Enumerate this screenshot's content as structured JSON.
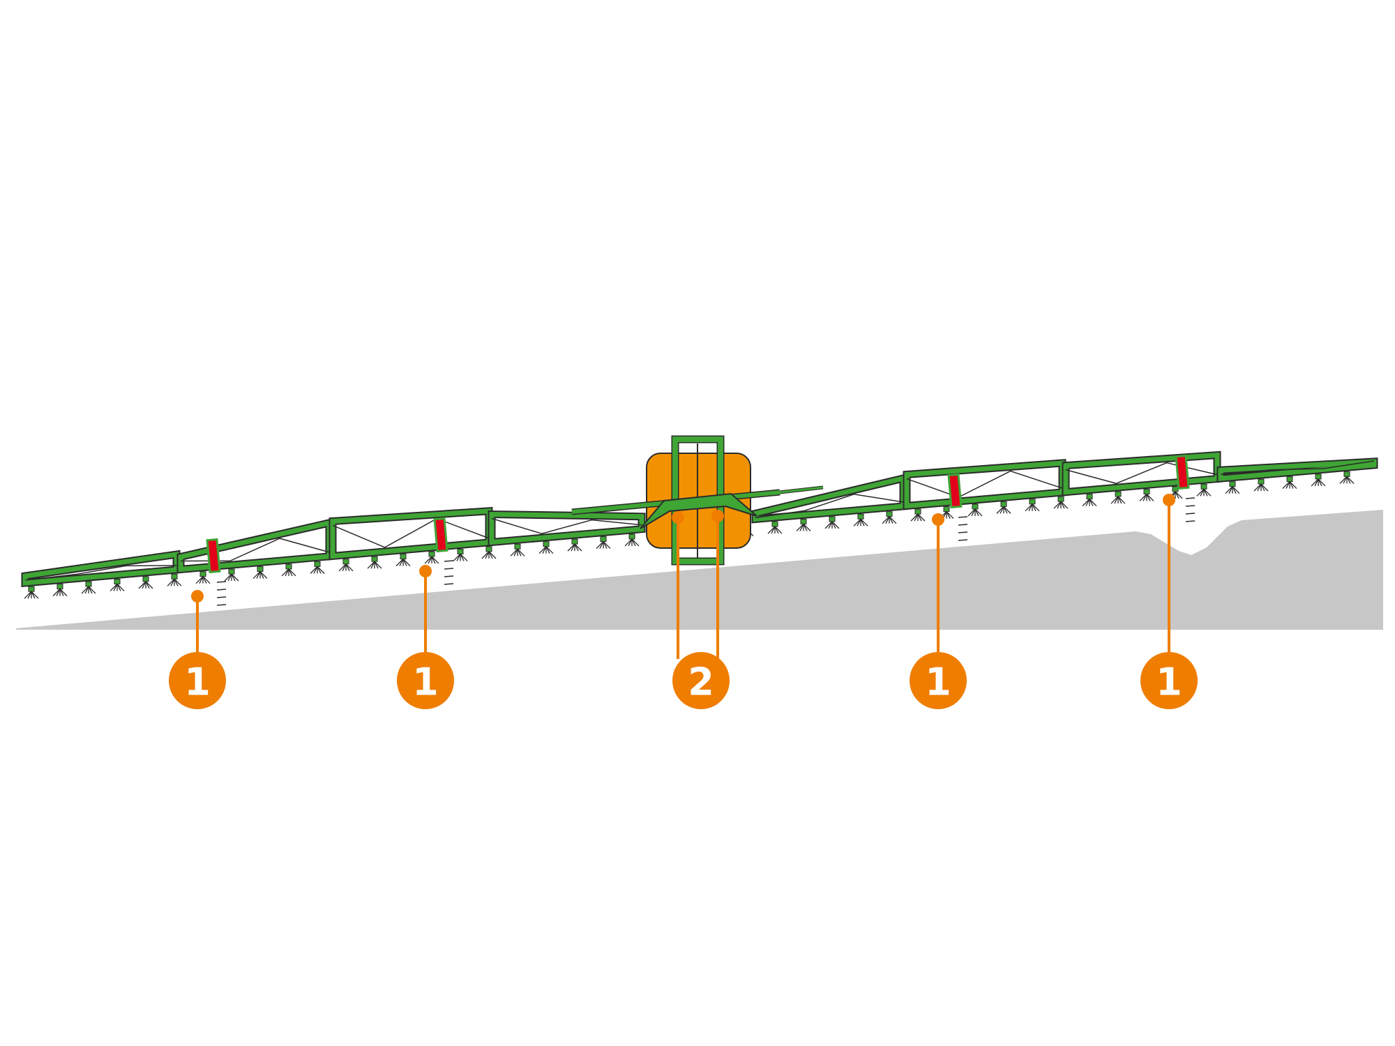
{
  "colors": {
    "boom_green": "#3fa535",
    "outline": "#2b2b2b",
    "tank_orange": "#f39200",
    "callout_orange": "#ef7d00",
    "sensor_red": "#e2001a",
    "ground_gray": "#c6c7c6"
  },
  "callouts": [
    {
      "label": "1"
    },
    {
      "label": "1"
    },
    {
      "label": "2"
    },
    {
      "label": "1"
    },
    {
      "label": "1"
    }
  ]
}
